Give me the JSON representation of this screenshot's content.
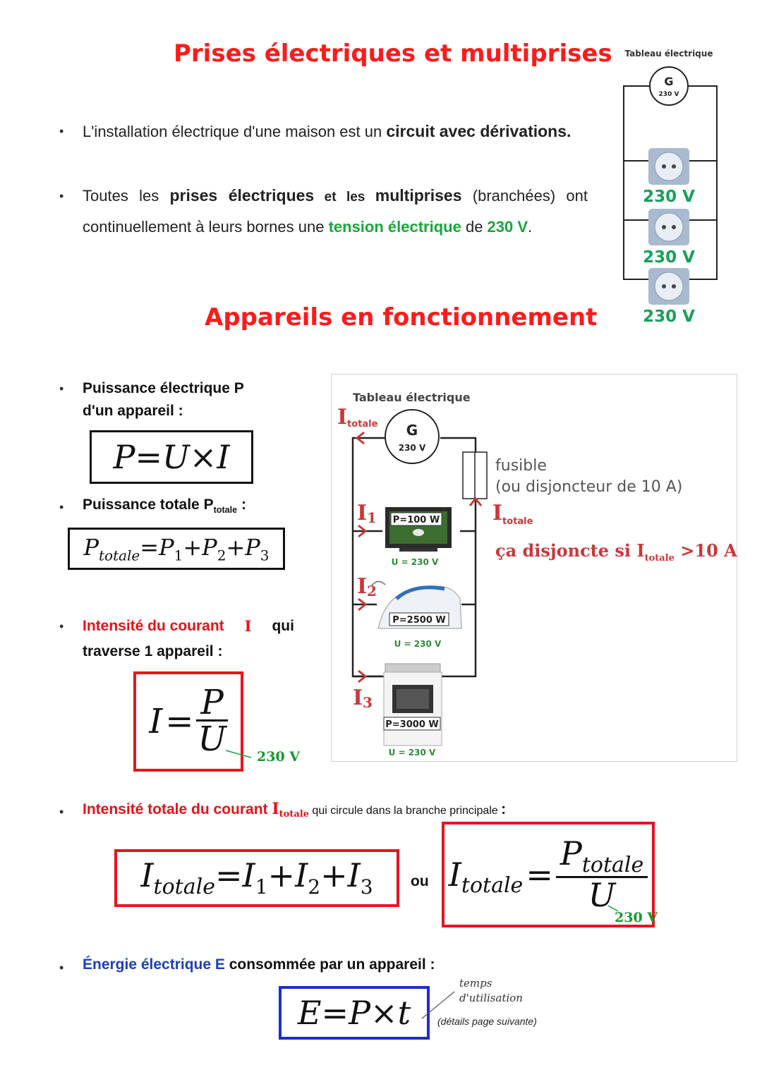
{
  "section1": {
    "title": "Prises électriques et multiprises",
    "bullet1": {
      "t1": "L'installation électrique d'une maison est un ",
      "t2": "circuit avec dérivations."
    },
    "bullet2": {
      "t1": "Toutes les ",
      "t2": "prises électriques",
      "t3": " et les ",
      "t4": "multiprises",
      "t5": " (branchées) ont continuellement à leurs bornes une ",
      "t6": "tension électrique",
      "t7": " de ",
      "t8": "230 V",
      "t9": "."
    },
    "diagram": {
      "title": "Tableau électrique",
      "generator": "G",
      "generator_voltage": "230 V",
      "socket_labels": [
        "230 V",
        "230 V",
        "230 V"
      ]
    }
  },
  "section2": {
    "title": "Appareils en fonctionnement",
    "power": {
      "label_line1": "Puissance électrique P",
      "label_line2": "d'un appareil :",
      "f_p": "P",
      "f_eq": "=",
      "f_u": "U",
      "f_times": "×",
      "f_i": "I"
    },
    "total_power": {
      "label": "Puissance totale P",
      "label_sub": "totale",
      "label_end": " :",
      "p": "P",
      "sub_totale": "totale",
      "eq": "=",
      "p1": "P",
      "s1": "1",
      "plus": "+",
      "p2": "P",
      "s2": "2",
      "p3": "P",
      "s3": "3"
    },
    "intensity": {
      "t1": "Intensité du courant ",
      "t2": "I",
      "t3": " qui",
      "line2": "traverse 1 appareil :",
      "i": "I",
      "eq": "=",
      "num": "P",
      "den": "U",
      "note": "230 V"
    },
    "circuit": {
      "title": "Tableau électrique",
      "generator": "G",
      "generator_voltage": "230 V",
      "i_total": "I",
      "i_total_sub": "totale",
      "fuse_line1": "fusible",
      "fuse_line2": "(ou disjoncteur de 10 A)",
      "i_right": "I",
      "i_right_sub": "totale",
      "trip_text": "ça disjoncte si ",
      "trip_i": "I",
      "trip_sub": "totale",
      "trip_end": " >10 A",
      "devices": [
        {
          "current": "I",
          "current_sub": "1",
          "power": "P=100 W",
          "voltage": "U = 230 V"
        },
        {
          "current": "I",
          "current_sub": "2",
          "power": "P=2500 W",
          "voltage": "U = 230 V"
        },
        {
          "current": "I",
          "current_sub": "3",
          "power": "P=3000 W",
          "voltage": "U = 230 V"
        }
      ]
    },
    "total_intensity": {
      "t1": "Intensité totale du courant ",
      "t2": "I",
      "t2_sub": "totale",
      "t3": " qui circule dans la branche principale ",
      "t4": ":",
      "f1": {
        "i": "I",
        "sub": "totale",
        "eq": "=",
        "i1": "I",
        "s1": "1",
        "plus": "+",
        "i2": "I",
        "s2": "2",
        "i3": "I",
        "s3": "3"
      },
      "ou": "ou",
      "f2": {
        "i": "I",
        "sub": "totale",
        "eq": "=",
        "num": "P",
        "num_sub": "totale",
        "den": "U",
        "note": "230 V"
      }
    },
    "energy": {
      "t1": "Énergie électrique E",
      "t2": " consommée par un appareil :",
      "e": "E",
      "eq": "=",
      "p": "P",
      "times": "×",
      "t": "t",
      "note_line1": "temps",
      "note_line2": "d'utilisation",
      "details": "(détails page suivante)"
    }
  },
  "colors": {
    "title_red": "#ff1a1a",
    "green": "#16a83a",
    "red": "#e8101a",
    "blue": "#1c3fb8"
  }
}
